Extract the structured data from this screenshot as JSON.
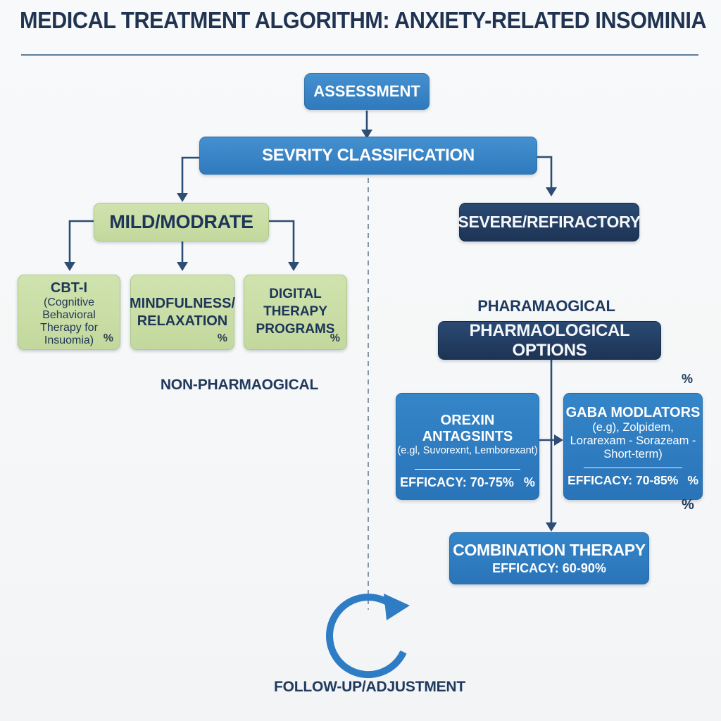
{
  "title": "MEDICAL TREATMENT ALGORITHM: ANXIETY-RELATED INSOMINIA",
  "colors": {
    "background": "#f7f8fa",
    "node_blue": "#3585c9",
    "node_navy": "#1f3a5d",
    "node_green": "#c9dda6",
    "arrow": "#2e4d74",
    "accent_cycle": "#2e7cc4",
    "text_dark": "#203a5e"
  },
  "nodes": {
    "assessment": {
      "label": "ASSESSMENT"
    },
    "severity": {
      "label": "SEVRITY CLASSIFICATION"
    },
    "mild": {
      "label": "MILD/MODRATE"
    },
    "cbt": {
      "title": "CBT-I",
      "subtitle": "(Cognitive Behavioral Therapy for Insuomia)",
      "percent": "%"
    },
    "mindfulness": {
      "line1": "MINDFULNESS/",
      "line2": "RELAXATION",
      "percent": "%"
    },
    "digital": {
      "line1": "DIGITAL",
      "line2": "THERAPY",
      "line3": "PROGRAMS",
      "percent": "%"
    },
    "severe": {
      "label": "SEVERE/REFIRACTORY"
    },
    "options": {
      "label": "PHARMAOLOGICAL OPTIONS"
    },
    "orexin": {
      "title": "OREXIN ANTAGSINTS",
      "subtitle": "(e.gl, Suvorexnt, Lemborexant)",
      "efficacy": "EFFICACY: 70-75%",
      "percent": "%"
    },
    "gaba": {
      "title": "GABA MODLATORS",
      "line1": "(e.g), Zolpidem,",
      "line2": "Lorarexam - Sorazeam -",
      "line3": "Short-term)",
      "efficacy": "EFFICACY: 70-85%",
      "percent": "%"
    },
    "combination": {
      "title": "COMBINATION THERAPY",
      "efficacy": "EFFICACY: 60-90%"
    }
  },
  "labels": {
    "non_pharmacological": "NON-PHARMAOGICAL",
    "pharmacological": "PHARAMAOGICAL",
    "followup": "FOLLOW-UP/ADJUSTMENT",
    "percent_above_gaba": "%",
    "percent_below_gaba": "%"
  }
}
